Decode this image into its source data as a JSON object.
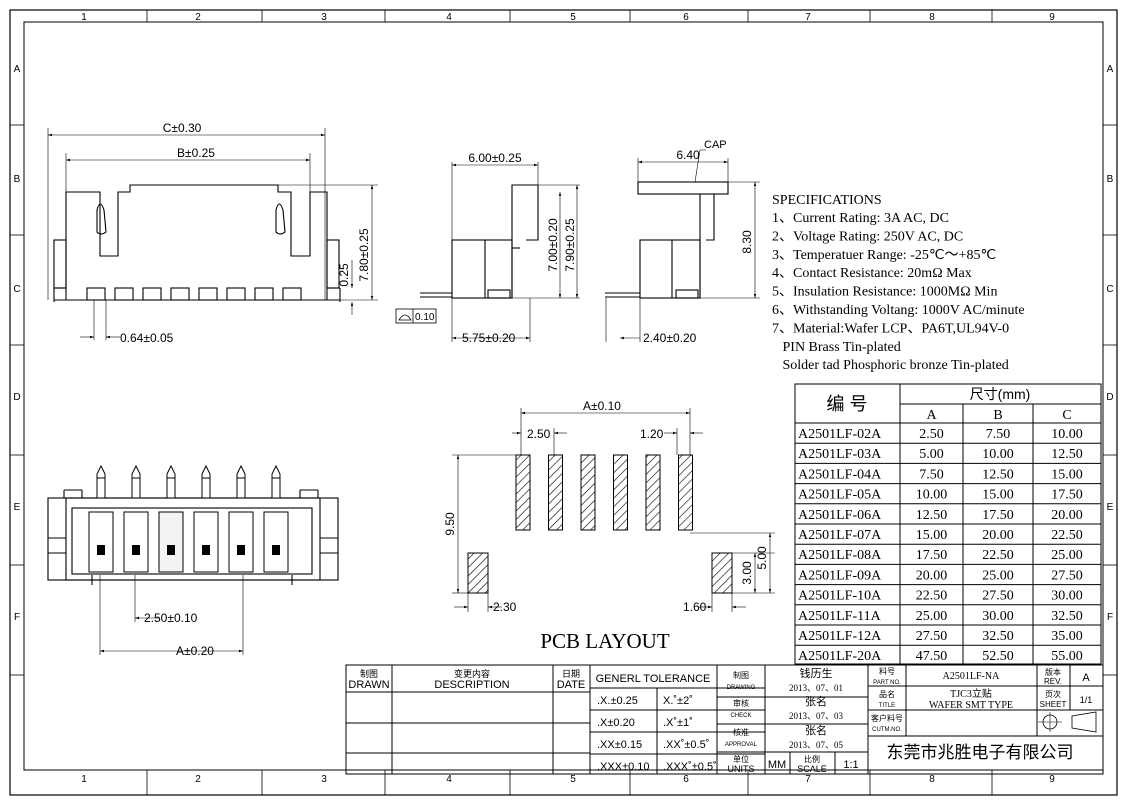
{
  "border": {
    "cols_top": [
      "1",
      "2",
      "3",
      "4",
      "5",
      "6",
      "7",
      "8",
      "9"
    ],
    "cols_bottom": [
      "1",
      "2",
      "3",
      "4",
      "5",
      "6",
      "7",
      "8",
      "9"
    ],
    "rows": [
      "A",
      "B",
      "C",
      "D",
      "E",
      "F"
    ]
  },
  "views": {
    "front": {
      "dim_c": "C±0.30",
      "dim_b": "B±0.25",
      "dim_height": "7.80±0.25",
      "dim_offset": "0.25",
      "dim_pin": "0.64±0.05"
    },
    "side": {
      "dim_width": "6.00±0.25",
      "dim_h1": "7.00±0.20",
      "dim_h2": "7.90±0.25",
      "dim_bottom": "5.75±0.20",
      "flatness": "0.10"
    },
    "side_cap": {
      "cap_label": "CAP",
      "dim_top": "6.40",
      "dim_height": "8.30",
      "dim_bottom": "2.40±0.20"
    },
    "bottom": {
      "dim_pitch": "2.50±0.10",
      "dim_a": "A±0.20"
    },
    "pcb": {
      "title": "PCB LAYOUT",
      "dim_a": "A±0.10",
      "dim_pitch": "2.50",
      "dim_pad_w": "1.20",
      "dim_height": "9.50",
      "dim_tab_x": "2.30",
      "dim_tab_h": "3.00",
      "dim_tab_total": "5.00",
      "dim_tab_w": "1.60"
    }
  },
  "specifications": {
    "title": "SPECIFICATIONS",
    "lines": [
      "1、Current Rating: 3A AC, DC",
      "2、Voltage Rating: 250V AC, DC",
      "3、Temperatuer Range: -25℃～+85℃",
      "4、Contact Resistance: 20mΩ Max",
      "5、Insulation Resistance: 1000MΩ Min",
      "6、Withstanding Voltang: 1000V AC/minute",
      "7、Material:Wafer LCP、PA6T,UL94V-0",
      "   PIN Brass Tin-plated",
      "   Solder tad Phosphoric bronze Tin-plated"
    ]
  },
  "dim_table": {
    "part_header": "编 号",
    "size_header": "尺寸(mm)",
    "columns": [
      "A",
      "B",
      "C"
    ],
    "rows": [
      [
        "A2501LF-02A",
        "2.50",
        "7.50",
        "10.00"
      ],
      [
        "A2501LF-03A",
        "5.00",
        "10.00",
        "12.50"
      ],
      [
        "A2501LF-04A",
        "7.50",
        "12.50",
        "15.00"
      ],
      [
        "A2501LF-05A",
        "10.00",
        "15.00",
        "17.50"
      ],
      [
        "A2501LF-06A",
        "12.50",
        "17.50",
        "20.00"
      ],
      [
        "A2501LF-07A",
        "15.00",
        "20.00",
        "22.50"
      ],
      [
        "A2501LF-08A",
        "17.50",
        "22.50",
        "25.00"
      ],
      [
        "A2501LF-09A",
        "20.00",
        "25.00",
        "27.50"
      ],
      [
        "A2501LF-10A",
        "22.50",
        "27.50",
        "30.00"
      ],
      [
        "A2501LF-11A",
        "25.00",
        "30.00",
        "32.50"
      ],
      [
        "A2501LF-12A",
        "27.50",
        "32.50",
        "35.00"
      ],
      [
        "A2501LF-20A",
        "47.50",
        "52.50",
        "55.00"
      ]
    ]
  },
  "title_block": {
    "drawn_cn": "制图",
    "drawn_en": "DRAWN",
    "desc_cn": "变更内容",
    "desc_en": "DESCRIPTION",
    "date_cn": "日期",
    "date_en": "DATE",
    "tolerance_title": "GENERL TOLERANCE",
    "tolerances": [
      [
        ".X.±0.25",
        "X.˚±2˚"
      ],
      [
        ".X±0.20",
        ".X˚±1˚"
      ],
      [
        ".XX±0.15",
        ".XX˚±0.5˚"
      ],
      [
        ".XXX±0.10",
        ".XXX˚±0.5˚"
      ]
    ],
    "drawing_cn": "制图",
    "drawing_en": "DRAWING",
    "drawing_name": "钱历生",
    "drawing_date": "2013、07、01",
    "check_cn": "审核",
    "check_en": "CHECK",
    "check_name": "张名",
    "check_date": "2013、07、03",
    "approval_cn": "核准",
    "approval_en": "APPROVAL",
    "approval_name": "张名",
    "approval_date": "2013、07、05",
    "units_cn": "单位",
    "units_en": "UNITS",
    "units_value": "MM",
    "scale_cn": "比例",
    "scale_en": "SCALE",
    "scale_value": "1:1",
    "partno_cn": "料号",
    "partno_en": "PART NO.",
    "partno_value": "A2501LF-NA",
    "title_cn": "品名",
    "title_en": "TITLE",
    "title_value_1": "TJC3立贴",
    "title_value_2": "WAFER SMT TYPE",
    "custno_cn": "客户料号",
    "custno_en": "CUTM.NO.",
    "rev_cn": "版本",
    "rev_en": "REV.",
    "rev_value": "A",
    "sheet_cn": "页次",
    "sheet_en": "SHEET",
    "sheet_value": "1/1",
    "company": "东莞市兆胜电子有限公司"
  }
}
